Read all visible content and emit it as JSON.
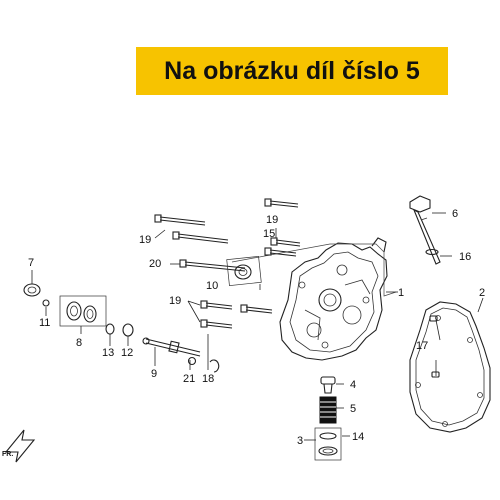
{
  "banner": {
    "text": "Na obrázku díl číslo 5",
    "background": "#f7c300"
  },
  "direction_marker": "FR.",
  "callouts": [
    "1",
    "2",
    "3",
    "4",
    "5",
    "6",
    "7",
    "8",
    "9",
    "10",
    "11",
    "12",
    "13",
    "14",
    "15",
    "16",
    "17",
    "18",
    "19",
    "19",
    "19",
    "20",
    "21"
  ]
}
